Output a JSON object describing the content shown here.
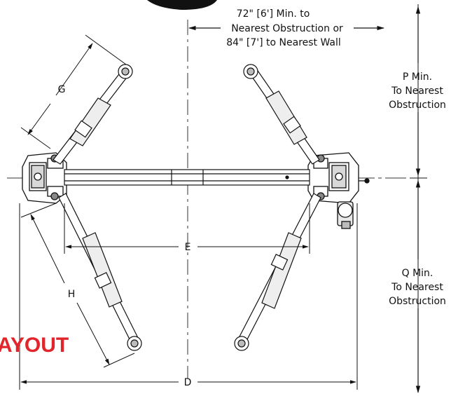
{
  "top_note": {
    "line1": "72\" [6'] Min. to",
    "line2": "Nearest Obstruction or",
    "line3": "84\" [7'] to Nearest Wall"
  },
  "right_notes": {
    "p": {
      "line1": "P Min.",
      "line2": "To Nearest",
      "line3": "Obstruction"
    },
    "q": {
      "line1": "Q Min.",
      "line2": "To Nearest",
      "line3": "Obstruction"
    }
  },
  "dimensions": {
    "d": "D",
    "e": "E",
    "g": "G",
    "h": "H"
  },
  "banner": {
    "text": "AYOUT",
    "color": "#e1252b"
  }
}
